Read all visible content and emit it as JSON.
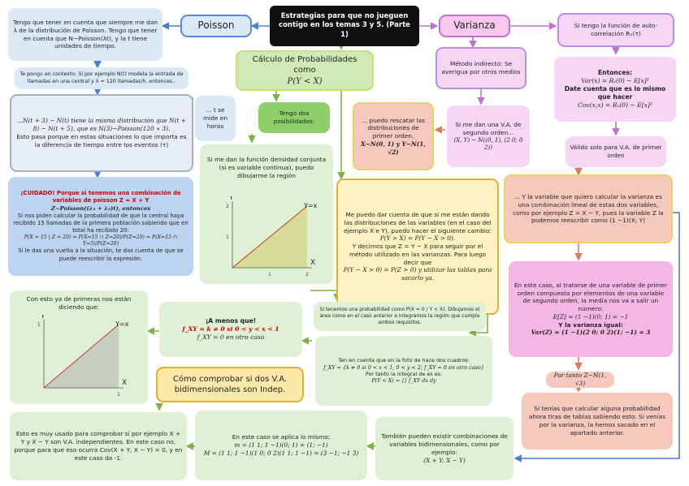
{
  "title": {
    "line1": "Estrategias para que no jueguen",
    "line2": "contigo en los temas 3 y 5. (Parte 1)"
  },
  "poisson": {
    "label": "Poisson",
    "box1": "Tengo que tener en cuenta que siempre me dan λ de la distribución de Poisson. Tengo que tener en cuenta que N~Poisson(λt), y la t tiene unidades de tiempo.",
    "box2": "Te pongo en contexto: Si por ejemplo N(t) modela la entrada de llamadas en una central y λ = 120 llamadas/h, entonces..",
    "box3_line1": "...N(t + 3) − N(t) tiene la misma distribución que N(t + 8) − N(t + 5), que es N(3)~Poisson(120 ∗ 3).",
    "box3_line2": "Esto pasa porque en estas situaciones lo que importa es la diferencia de tiempo entre los eventos (τ)",
    "hours": "... t se mide en horas",
    "caution_title": "¡CUIDADO! Porque si tenemos una combinación de variables de poisson Z = X + Y",
    "caution_line2": "Z~Poisson((λ₁ + λ₂)t), entonces",
    "caution_line3": "Si nos piden calcular la probabilidad de que la central haya recibido 15 llamadas de la primera población sabiendo que en total ha recibido 20:",
    "caution_formula": "P(X = 15 | Z = 20) = P(X=15 ∩ Z=20)/P(Z=20) = P(X=15 ∩ Y=5)/P(Z=20)",
    "caution_line4": "Si le das una vuelta a la situación, te das cuenta de que se puede reescribir la expresión."
  },
  "varianza": {
    "label": "Varianza",
    "autocorr": "Si tengo la función de auto-correlación Rₓ(τ)",
    "entonces_title": "Entonces:",
    "entonces_f1": "Var(x) = Rₓ(0) − E[x]²",
    "entonces_mid": "Date cuenta que es lo mismo que hacer",
    "entonces_f2": "Cov(x,x) = Rₓ(0) − E[x]²",
    "valid": "Válido solo para V.A. de primer orden",
    "indirect": "Método indirecto: Se averigua por otros medios",
    "second_order": "Si me dan una V.A. de segundo orden...",
    "second_order_formula": "(X, Y) ~ N((0, 1), (2 0; 0 2))",
    "rescatar": "... puedo rescatar las distribuciones de primer orden.",
    "rescatar_f": "X~N(0, 1) y Y~N(1, √2)",
    "linear": "... Y la variable que quiero calcular la varianza es una combinación lineal de estas dos variables, como por ejemplo Z = X − Y, pues la variable Z la podemos reescribir como (1 −1)(X; Y)",
    "vector_case": "En este caso, al tratarse de una variable de primer orden compuesta por elementos de una variable de segundo orden, la media nos va a salir un número:",
    "vector_mean": "E[Z] = (1 −1)(0; 1) = −1",
    "vector_var_title": "Y la varianza igual:",
    "vector_var": "Var(Z) = (1 −1)(2 0; 0 2)(1; −1) = 3",
    "result": "Por tanto Z~N(1, √3)",
    "probability": "Si tenías que calcular alguna probabilidad ahora tiras de tablas sabiendo esto. Si venías por la varianza, la hemos sacado en el apartado anterior."
  },
  "center": {
    "prob_title": "Cálculo de Probabilidades como",
    "prob_formula": "P(Y < X)",
    "two_vars": "Tengo dos posibilidades:",
    "density": "Si me dan la función densidad conjunta (si es variable continua), puedo dibujarme la región",
    "realize": "Me puedo dar cuenta de que si me están dando las distribuciones de las variables (en el caso del ejemplo X e Y), puedo hacer el siguiente cambio:",
    "realize_f1": "P(Y > X) = P(Y − X > 0).",
    "realize_mid": "Y decimos que Z = Y − X para seguir por el método utilizado en las varianzas. Para luego decir que",
    "realize_f2": "P(Y − X > 0) = P(Z > 0) y utilizar las tablas para sacarlo ya.",
    "prob_note": "Si tenemos una probabilidad como P(X = 0 / Y < X). Dibujamos el área como en el caso anterior e integramos la región que cumple ambos requisitos.",
    "density_note": "Ten en cuenta que en la foto de hace dos cuadros:",
    "density_note_f1": "f_XY = {k ≠ 0 si 0 < x < 1, 0 < y < 2; f_XY = 0 en otro caso}",
    "density_note_mid": "Por tanto la integral de es es:",
    "density_note_f2": "P(Y < X) = ∫∫ f_XY dx dy",
    "unless_title": "¡A menos que!",
    "unless_f1": "f_XY = k ≠ 0   si 0 < y < x < 1",
    "unless_f2": "f_XY = 0 en otro caso",
    "compare": "Cómo comprobar si dos V.A. bidimensionales son Indep.",
    "already": "Con esto ya de primeras nos están diciendo que:",
    "used": "Esto es muy usado para comprobar si por ejemplo X + Y y X − Y son V.A. independientes. En este caso no, porque para que eso ocurra Cov(X + Y, X − Y) = 0, y en este caso da -1.",
    "same_case": "En este caso se aplica lo mismo:",
    "same_case_f1": "m = (1 1; 1 −1)(0; 1) = (1; −1)",
    "same_case_f2": "M = (1 1; 1 −1)(1 0; 0 2)(1 1; 1 −1) = (3 −1; −1 3)",
    "combinations": "También pueden existir combinaciones de variables bidimensionales, como por ejemplo:",
    "combinations_f": "(X + Y; X − Y)"
  },
  "chart_data": [
    {
      "type": "line",
      "series": [
        {
          "name": "Y=x",
          "values": [
            [
              0,
              0
            ],
            [
              2,
              2
            ]
          ]
        }
      ],
      "xlabel": "X",
      "ylabel": "Y",
      "xticks": [
        "1",
        "2"
      ],
      "yticks": [
        "1",
        "2"
      ]
    },
    {
      "type": "line",
      "series": [
        {
          "name": "Y=x",
          "values": [
            [
              0,
              0
            ],
            [
              1,
              1
            ]
          ]
        }
      ],
      "xlabel": "X",
      "ylabel": "Y",
      "xticks": [
        "1"
      ],
      "yticks": [
        "1"
      ]
    }
  ],
  "colors": {
    "blue": "#dbe8f6",
    "green": "#dff0d4",
    "pink": "#f6d5f6",
    "salmon": "#f6c9bd",
    "arrow": "#7cb342"
  }
}
